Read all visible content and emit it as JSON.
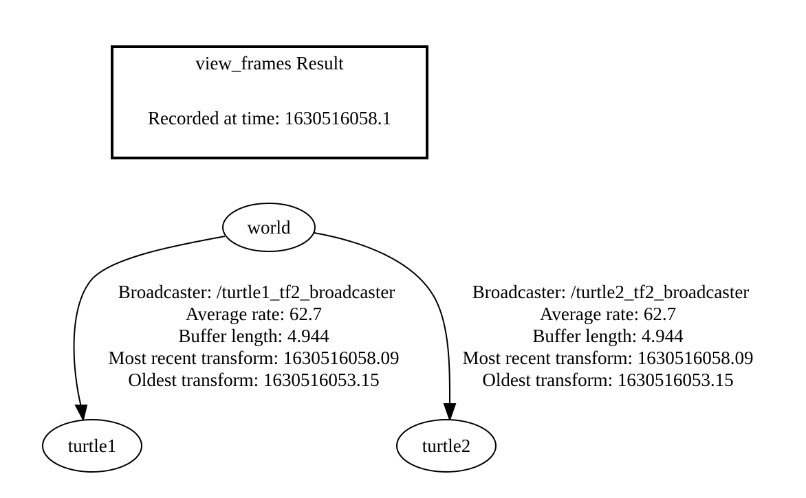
{
  "result_box": {
    "title": "view_frames Result",
    "recorded": "Recorded at time: 1630516058.1"
  },
  "nodes": {
    "world": "world",
    "turtle1": "turtle1",
    "turtle2": "turtle2"
  },
  "edges": {
    "world_turtle1": {
      "broadcaster": "Broadcaster: /turtle1_tf2_broadcaster",
      "average_rate": "Average rate: 62.7",
      "buffer_length": "Buffer length: 4.944",
      "most_recent": "Most recent transform: 1630516058.09",
      "oldest": "Oldest transform: 1630516053.15"
    },
    "world_turtle2": {
      "broadcaster": "Broadcaster: /turtle2_tf2_broadcaster",
      "average_rate": "Average rate: 62.7",
      "buffer_length": "Buffer length: 4.944",
      "most_recent": "Most recent transform: 1630516058.09",
      "oldest": "Oldest transform: 1630516053.15"
    }
  }
}
